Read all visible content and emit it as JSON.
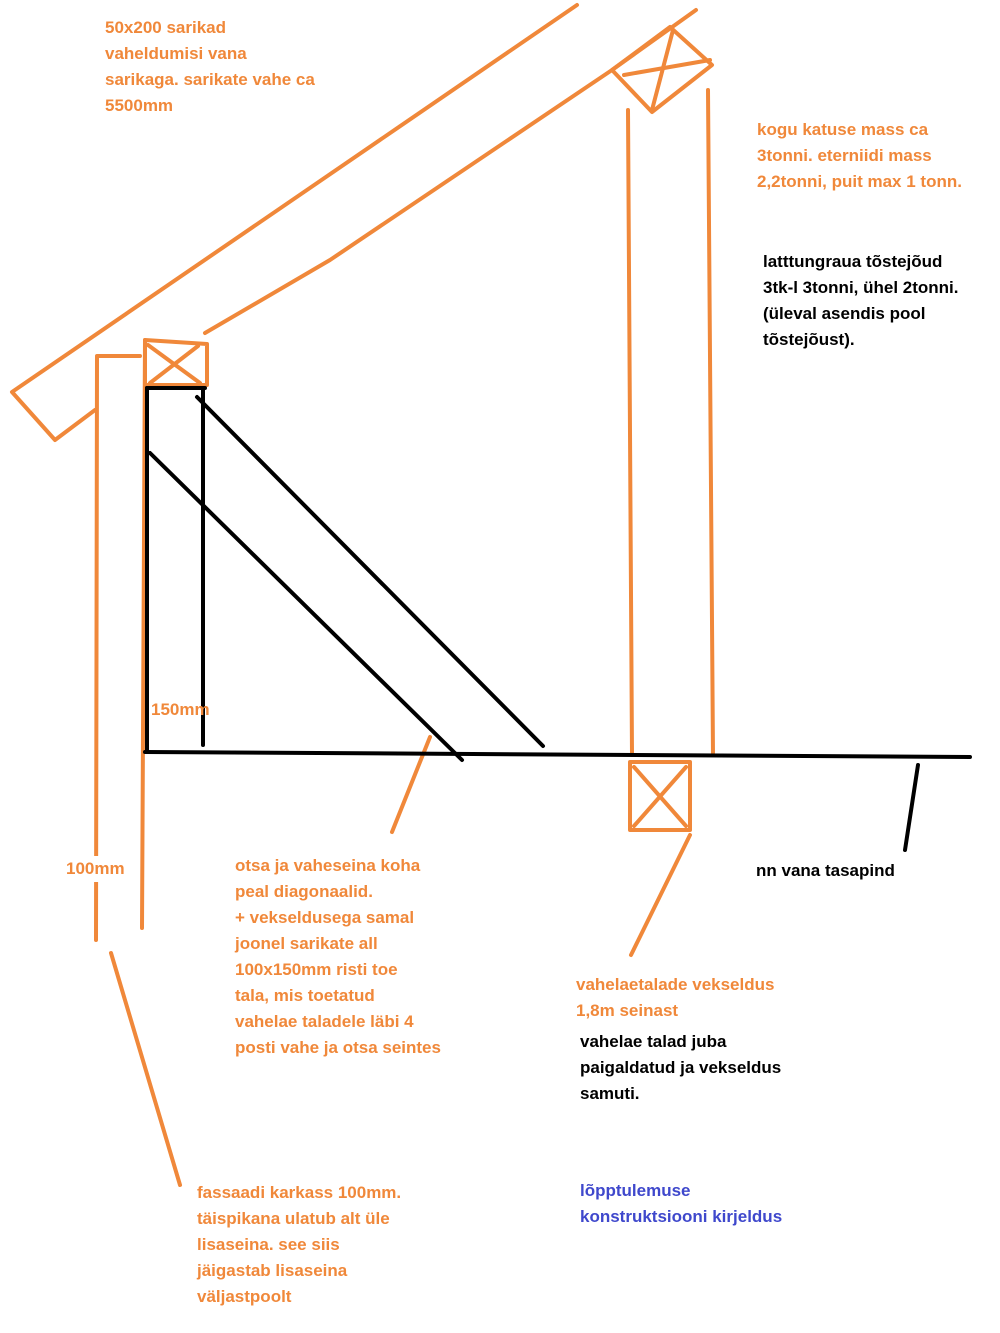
{
  "colors": {
    "orange": "#f0883a",
    "black": "#000000",
    "blue": "#3f48cc"
  },
  "notes": {
    "rafters": [
      "50x200 sarikad",
      "vaheldumisi vana",
      "sarikaga. sarikate vahe ca",
      "5500mm"
    ],
    "roof_mass": [
      "kogu katuse mass ca",
      "3tonni. eterniidi mass",
      "2,2tonni, puit max 1 tonn."
    ],
    "lift_force": [
      "latttungraua tõstejõud",
      "3tk-l 3tonni, ühel 2tonni.",
      "(üleval asendis pool",
      "tõstejõust)."
    ],
    "dim_150": "150mm",
    "dim_100": "100mm",
    "diagonals": [
      "otsa ja vaheseina koha",
      "peal diagonaalid.",
      "+ vekseldusega samal",
      "joonel sarikate all",
      "100x150mm risti toe",
      "tala, mis toetatud",
      "vahelae taladele  läbi 4",
      "posti vahe ja otsa seintes"
    ],
    "old_level": "nn vana tasapind",
    "trimmer": [
      "vahelaetalade vekseldus",
      "1,8m seinast"
    ],
    "joists_installed": [
      "vahelae talad juba",
      "paigaldatud ja vekseldus",
      "samuti."
    ],
    "facade": [
      "fassaadi karkass 100mm.",
      "täispikana ulatub alt üle",
      "lisaseina. see siis",
      "jäigastab lisaseina",
      "väljastpoolt"
    ],
    "legend": [
      "lõpptulemuse",
      "konstruktsiooni kirjeldus"
    ]
  }
}
